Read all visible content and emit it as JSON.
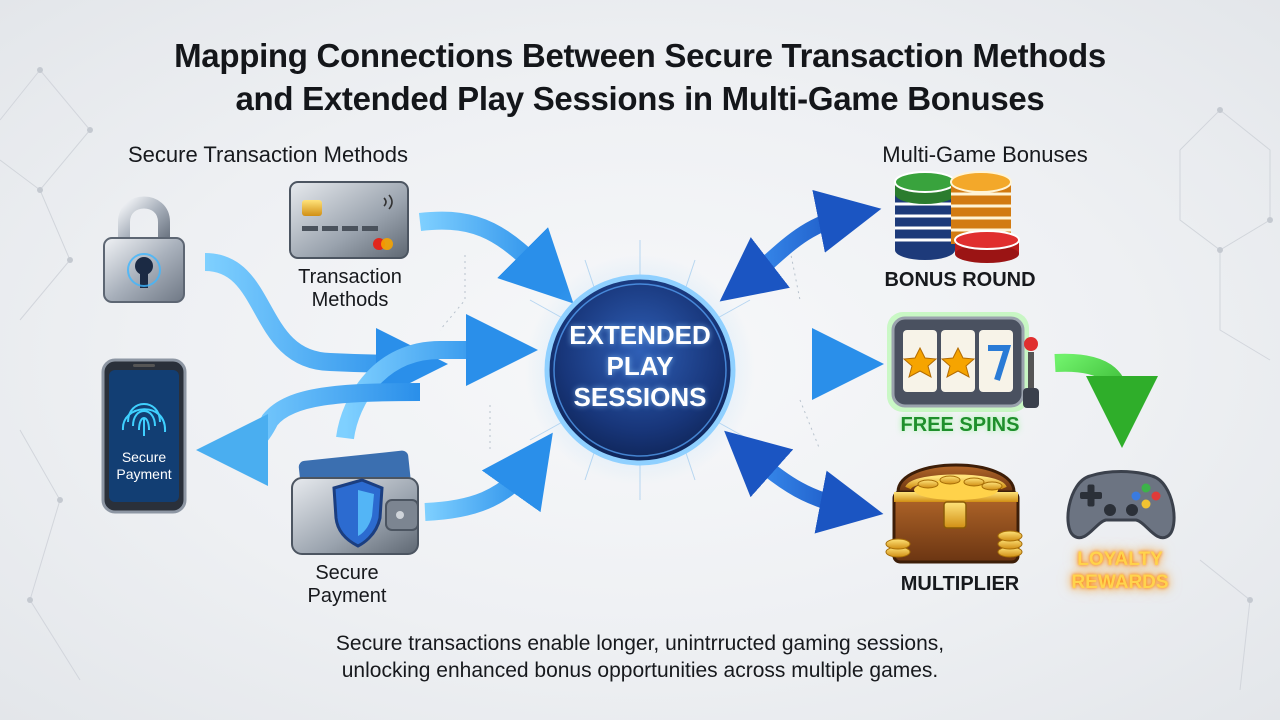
{
  "title": {
    "line1": "Mapping Connections Between Secure Transaction Methods",
    "line2": "and Extended Play Sessions in Multi-Game Bonuses"
  },
  "left_section": {
    "heading": "Secure Transaction Methods"
  },
  "right_section": {
    "heading": "Multi-Game Bonuses"
  },
  "hub": {
    "line1": "EXTENDED",
    "line2": "PLAY",
    "line3": "SESSIONS"
  },
  "nodes": {
    "credit_card": {
      "line1": "Transaction",
      "line2": "Methods"
    },
    "phone": {
      "line1": "Secure",
      "line2": "Payment"
    },
    "wallet": {
      "line1": "Secure",
      "line2": "Payment"
    },
    "bonus_round": {
      "label": "BONUS ROUND"
    },
    "free_spins": {
      "label": "FREE SPINS"
    },
    "multiplier": {
      "label": "MULTIPLIER"
    },
    "loyalty": {
      "line1": "LOYALTY",
      "line2": "REWARDS"
    }
  },
  "footer": {
    "line1": "Secure transactions enable longer, unintrructed gaming sessions,",
    "line2": "unlocking enhanced bonus opportunities across multiple games."
  },
  "colors": {
    "arrow_blue": "#35a4f0",
    "arrow_dark_blue": "#1f66d1",
    "arrow_green": "#3cc43a",
    "hub_fill": "#1d3f86",
    "free_spins_glow": "#5cf25c",
    "loyalty_glow": "#ff9a1f"
  },
  "icons": [
    "padlock-icon",
    "credit-card-icon",
    "smartphone-fingerprint-icon",
    "shield-wallet-icon",
    "poker-chips-icon",
    "slot-machine-icon",
    "treasure-chest-icon",
    "gamepad-icon"
  ]
}
